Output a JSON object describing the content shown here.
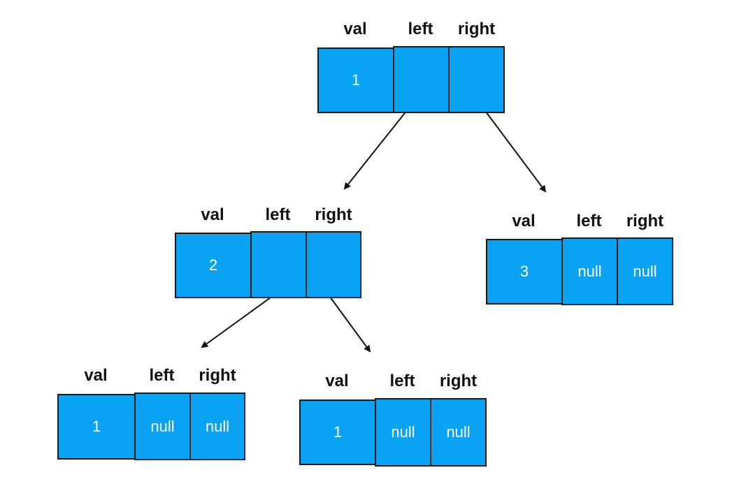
{
  "headers": {
    "val": "val",
    "left": "left",
    "right": "right"
  },
  "nodes": {
    "root": {
      "val": "1",
      "left": "",
      "right": ""
    },
    "n2": {
      "val": "2",
      "left": "",
      "right": ""
    },
    "n3": {
      "val": "3",
      "left": "null",
      "right": "null"
    },
    "n2_l": {
      "val": "1",
      "left": "null",
      "right": "null"
    },
    "n2_r": {
      "val": "1",
      "left": "null",
      "right": "null"
    }
  },
  "colors": {
    "cell_fill": "#0aa2f3",
    "border": "#1a1a1a",
    "arrow": "#111111"
  }
}
